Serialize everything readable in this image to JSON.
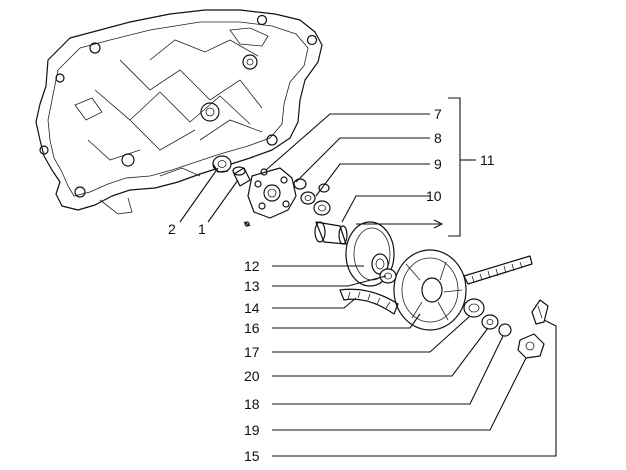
{
  "diagram": {
    "labels": {
      "l1": "1",
      "l2": "2",
      "l7": "7",
      "l8": "8",
      "l9": "9",
      "l10": "10",
      "l11": "11",
      "l12": "12",
      "l13": "13",
      "l14": "14",
      "l15": "15",
      "l16": "16",
      "l17": "17",
      "l18": "18",
      "l19": "19",
      "l20": "20"
    }
  }
}
